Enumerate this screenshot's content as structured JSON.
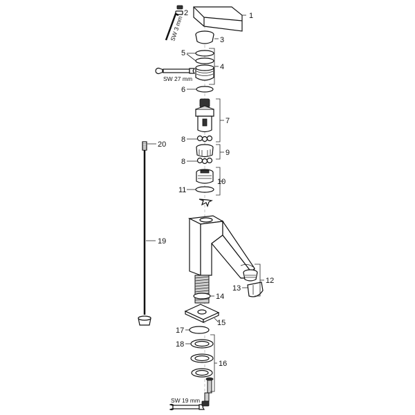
{
  "labels": {
    "n1": "1",
    "n2": "2",
    "n3": "3",
    "n4": "4",
    "n5": "5",
    "n6": "6",
    "n7": "7",
    "n8a": "8",
    "n8b": "8",
    "n9": "9",
    "n10": "10",
    "n11": "11",
    "n12": "12",
    "n13": "13",
    "n14": "14",
    "n15": "15",
    "n16": "16",
    "n17": "17",
    "n18": "18",
    "n19": "19",
    "n20": "20"
  },
  "tools": {
    "sw3": "SW 3 mm",
    "sw27": "SW 27 mm",
    "sw19": "SW 19 mm"
  }
}
